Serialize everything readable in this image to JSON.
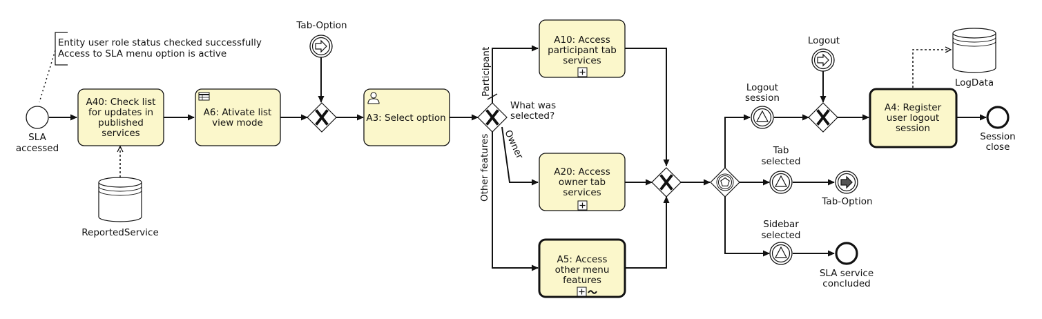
{
  "annotation": {
    "line1": "Entity user role status checked successfully",
    "line2": "Access to SLA menu option is active"
  },
  "events": {
    "start": {
      "line1": "SLA",
      "line2": "accessed"
    },
    "tab_option_link_top": "Tab-Option",
    "logout_link": "Logout",
    "logout_session": {
      "line1": "Logout",
      "line2": "session"
    },
    "tab_selected": {
      "line1": "Tab",
      "line2": "selected"
    },
    "tab_option_link_throw": "Tab-Option",
    "sidebar_selected": {
      "line1": "Sidebar",
      "line2": "selected"
    },
    "session_close": {
      "line1": "Session",
      "line2": "close"
    },
    "sla_concluded": {
      "line1": "SLA service",
      "line2": "concluded"
    }
  },
  "tasks": {
    "a40": {
      "line1": "A40: Check list",
      "line2": "for updates in",
      "line3": "published",
      "line4": "services"
    },
    "a6": {
      "line1": "A6: Ativate list",
      "line2": "view mode"
    },
    "a3": {
      "line1": "A3: Select option"
    },
    "a10": {
      "line1": "A10: Access",
      "line2": "participant tab",
      "line3": "services"
    },
    "a20": {
      "line1": "A20: Access",
      "line2": "owner tab",
      "line3": "services"
    },
    "a5": {
      "line1": "A5: Access",
      "line2": "other menu",
      "line3": "features"
    },
    "a4": {
      "line1": "A4: Register",
      "line2": "user logout",
      "line3": "session"
    }
  },
  "gateway_question": {
    "line1": "What was",
    "line2": "selected?"
  },
  "flow_labels": {
    "participant": "Participant",
    "owner": "Owner",
    "other_features": "Other features"
  },
  "data_stores": {
    "reported_service": "ReportedService",
    "log_data": "LogData"
  },
  "icons": {
    "gateway": "exclusive-gateway-x-icon",
    "event_based": "event-based-gateway-pentagon-icon",
    "link": "link-event-arrow-icon",
    "signal": "signal-event-triangle-icon",
    "user": "user-task-icon",
    "table": "table-icon",
    "subprocess": "subprocess-plus-icon"
  }
}
